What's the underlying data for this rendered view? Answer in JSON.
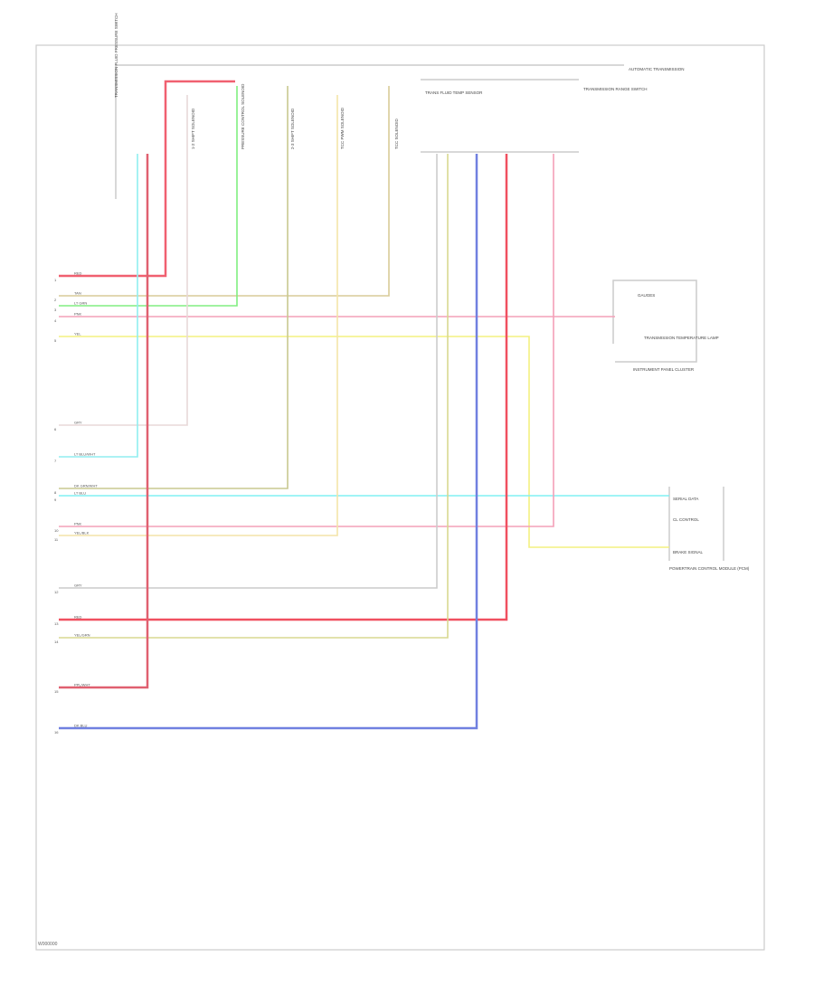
{
  "diagram": {
    "title": "Automatic Transmission Wiring Diagram",
    "footer": "W000000",
    "components": {
      "auto_trans": "AUTOMATIC TRANSMISSION",
      "pressure_switch": "TRANSMISSION FLUID PRESSURE SWITCH",
      "temp_sensor": "TRANS FLUID TEMP SENSOR",
      "solenoid_a": "1-2 SHIFT SOLENOID",
      "solenoid_b": "PRESSURE CONTROL SOLENOID",
      "solenoid_c": "2-3 SHIFT SOLENOID",
      "solenoid_d": "TCC PWM SOLENOID",
      "solenoid_e": "TCC SOLENOID",
      "range_switch": "TRANSMISSION RANGE SWITCH",
      "cluster": "INSTRUMENT PANEL CLUSTER",
      "cluster_lamp": "TRANSMISSION TEMPERATURE LAMP",
      "cluster_fuse": "GAUGES",
      "tcm": "POWERTRAIN CONTROL MODULE (PCM)",
      "tcm_pins": [
        "SERIAL DATA",
        "CL CONTROL",
        "BRAKE SIGNAL"
      ]
    },
    "wires": [
      {
        "pin": "1",
        "label": "RED",
        "color": "#f06070"
      },
      {
        "pin": "2",
        "label": "TAN",
        "color": "#d8cc98"
      },
      {
        "pin": "3",
        "label": "LT GRN",
        "color": "#80ee80"
      },
      {
        "pin": "4",
        "label": "PNK",
        "color": "#f4a0b8"
      },
      {
        "pin": "5",
        "label": "YEL",
        "color": "#f4f080"
      },
      {
        "pin": "6",
        "label": "GRY",
        "color": "#e8d8d8"
      },
      {
        "pin": "7",
        "label": "LT BLU/WHT",
        "color": "#90eef0"
      },
      {
        "pin": "8",
        "label": "DK GRN/WHT",
        "color": "#c8c890"
      },
      {
        "pin": "9",
        "label": "LT BLU",
        "color": "#80f0f4"
      },
      {
        "pin": "10",
        "label": "PNK",
        "color": "#f4a0b8"
      },
      {
        "pin": "11",
        "label": "YEL/BLK",
        "color": "#f4e4a8"
      },
      {
        "pin": "12",
        "label": "GRY",
        "color": "#cccccc"
      },
      {
        "pin": "13",
        "label": "RED",
        "color": "#f05060"
      },
      {
        "pin": "14",
        "label": "YEL/GRN",
        "color": "#d8d890"
      },
      {
        "pin": "15",
        "label": "PPL/WHT",
        "color": "#e06070"
      },
      {
        "pin": "16",
        "label": "DK BLU",
        "color": "#7080e0"
      }
    ]
  }
}
